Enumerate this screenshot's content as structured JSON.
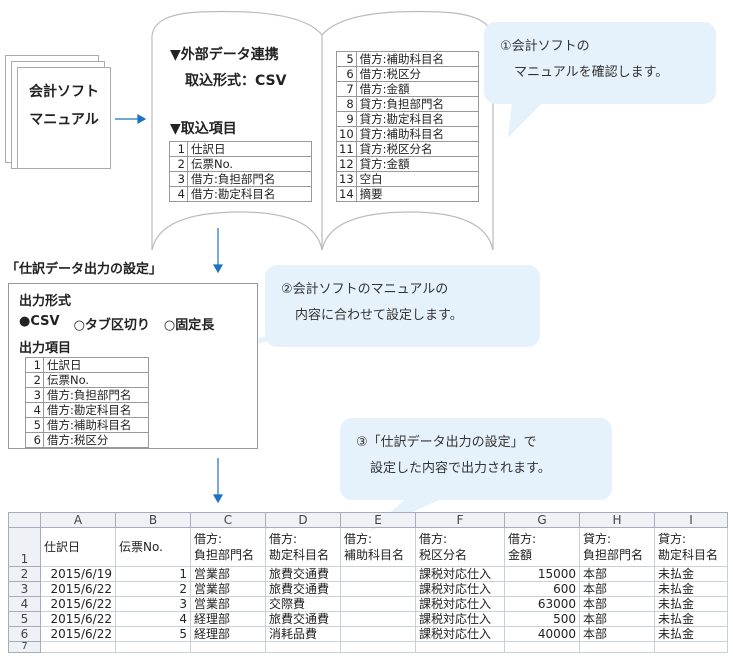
{
  "manual": {
    "line1": "会計ソフト",
    "line2": "マニュアル"
  },
  "book": {
    "heading1": "▼外部データ連携",
    "format": "取込形式：CSV",
    "heading2": "▼取込項目",
    "left_items": [
      [
        "1",
        "仕訳日"
      ],
      [
        "2",
        "伝票No."
      ],
      [
        "3",
        "借方:負担部門名"
      ],
      [
        "4",
        "借方:勘定科目名"
      ]
    ],
    "right_items": [
      [
        "5",
        "借方:補助科目名"
      ],
      [
        "6",
        "借方:税区分"
      ],
      [
        "7",
        "借方:金額"
      ],
      [
        "8",
        "貸方:負担部門名"
      ],
      [
        "9",
        "貸方:勘定科目名"
      ],
      [
        "10",
        "貸方:補助科目名"
      ],
      [
        "11",
        "貸方:税区分名"
      ],
      [
        "12",
        "貸方:金額"
      ],
      [
        "13",
        "空白"
      ],
      [
        "14",
        "摘要"
      ]
    ]
  },
  "callouts": {
    "c1": {
      "l1": "①会計ソフトの",
      "l2": "マニュアルを確認します。"
    },
    "c2": {
      "l1": "②会計ソフトのマニュアルの",
      "l2": "内容に合わせて設定します。"
    },
    "c3": {
      "l1": "③「仕訳データ出力の設定」で",
      "l2": "設定した内容で出力されます。"
    }
  },
  "settings": {
    "title": "「仕訳データ出力の設定」",
    "format_label": "出力形式",
    "options": [
      {
        "label": "CSV",
        "selected": true
      },
      {
        "label": "タブ区切り",
        "selected": false
      },
      {
        "label": "固定長",
        "selected": false
      }
    ],
    "items_label": "出力項目",
    "items": [
      [
        "1",
        "仕訳日"
      ],
      [
        "2",
        "伝票No."
      ],
      [
        "3",
        "借方:負担部門名"
      ],
      [
        "4",
        "借方:勘定科目名"
      ],
      [
        "5",
        "借方:補助科目名"
      ],
      [
        "6",
        "借方:税区分"
      ]
    ]
  },
  "spreadsheet": {
    "columns": [
      "A",
      "B",
      "C",
      "D",
      "E",
      "F",
      "G",
      "H",
      "I"
    ],
    "headers": [
      [
        "仕訳日",
        ""
      ],
      [
        "伝票No.",
        ""
      ],
      [
        "借方:",
        "負担部門名"
      ],
      [
        "借方:",
        "勘定科目名"
      ],
      [
        "借方:",
        "補助科目名"
      ],
      [
        "借方:",
        "税区分名"
      ],
      [
        "借方:",
        "金額"
      ],
      [
        "貸方:",
        "負担部門名"
      ],
      [
        "貸方:",
        "勘定科目名"
      ]
    ],
    "rows": [
      [
        "2015/6/19",
        "1",
        "営業部",
        "旅費交通費",
        "",
        "課税対応仕入",
        "15000",
        "本部",
        "未払金"
      ],
      [
        "2015/6/22",
        "2",
        "営業部",
        "旅費交通費",
        "",
        "課税対応仕入",
        "600",
        "本部",
        "未払金"
      ],
      [
        "2015/6/22",
        "3",
        "営業部",
        "交際費",
        "",
        "課税対応仕入",
        "63000",
        "本部",
        "未払金"
      ],
      [
        "2015/6/22",
        "4",
        "経理部",
        "旅費交通費",
        "",
        "課税対応仕入",
        "500",
        "本部",
        "未払金"
      ],
      [
        "2015/6/22",
        "5",
        "経理部",
        "消耗品費",
        "",
        "課税対応仕入",
        "40000",
        "本部",
        "未払金"
      ]
    ],
    "row_numbers": [
      "1",
      "2",
      "3",
      "4",
      "5",
      "6",
      "7"
    ]
  }
}
